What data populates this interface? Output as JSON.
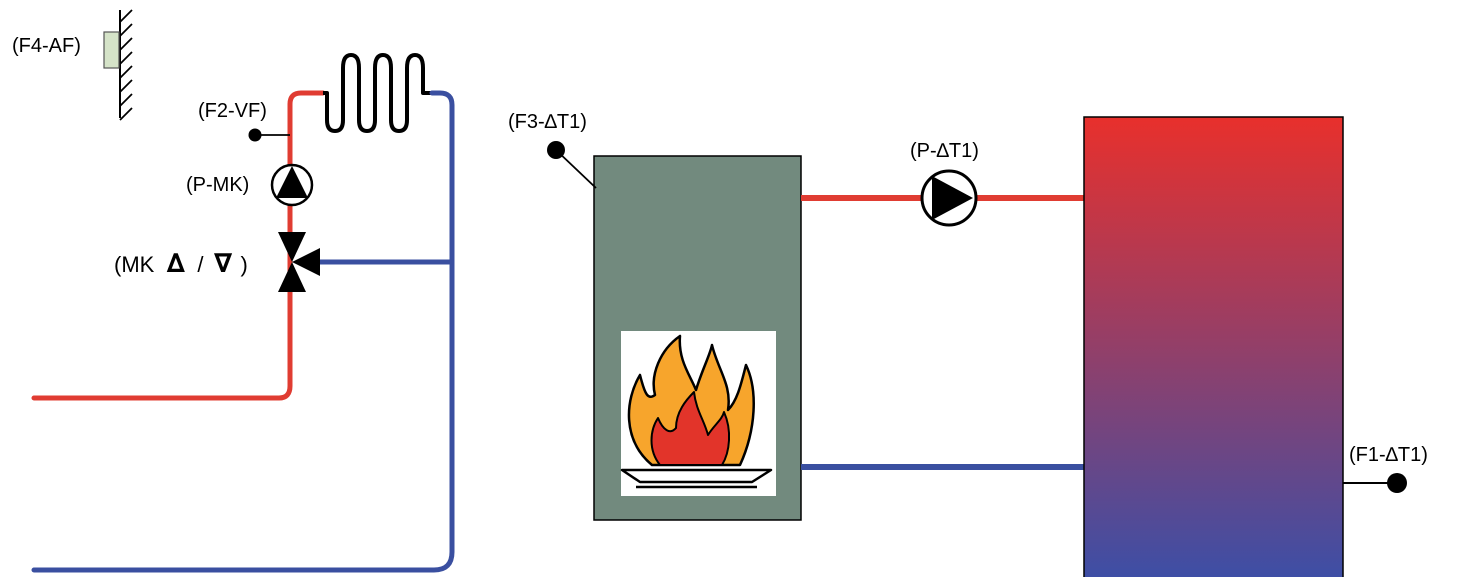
{
  "labels": {
    "outdoor_sensor": "(F4-AF)",
    "flow_sensor": "(F2-VF)",
    "mixer_pump": "(P-MK)",
    "mixer_prefix": "(MK",
    "mixer_open_symbol": "∆",
    "mixer_separator": "/",
    "mixer_close_symbol": "∇",
    "mixer_suffix": ")",
    "boiler_sensor": "(F3-∆T1)",
    "charge_pump": "(P-∆T1)",
    "tank_sensor": "(F1-∆T1)"
  },
  "colors": {
    "hot_pipe": "#e03c32",
    "cold_pipe": "#3a4fa0",
    "boiler_body": "#728a7e",
    "tank_top": "#e8302c",
    "tank_bottom": "#3a4fa8",
    "flame_outer": "#f7a52c",
    "flame_inner": "#e2342a"
  },
  "icons": {
    "heating_coil": "heating-coil-icon",
    "wall": "wall-hatch-icon",
    "pump": "pump-icon",
    "mixing_valve": "three-way-valve-icon",
    "flame": "flame-icon"
  }
}
